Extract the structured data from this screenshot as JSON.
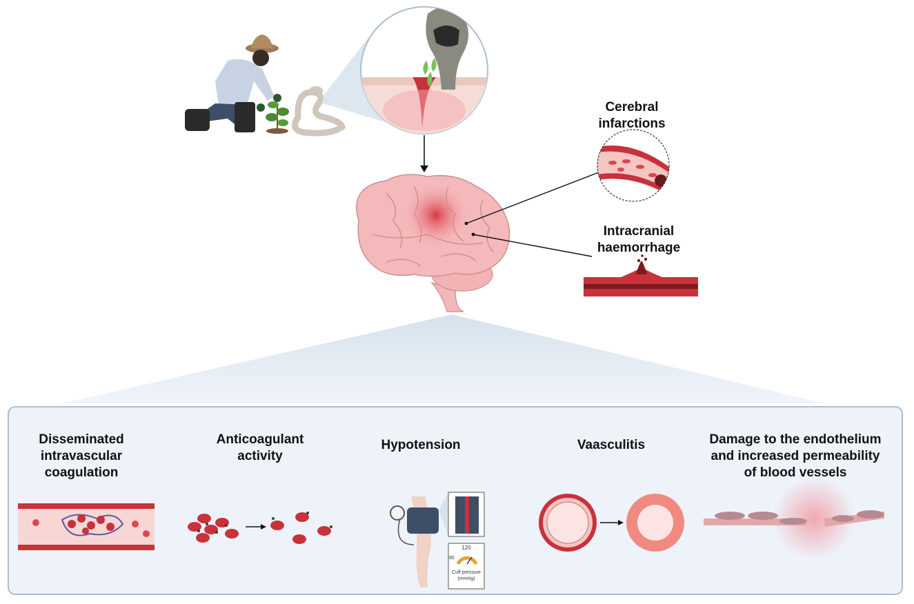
{
  "top": {
    "labels": {
      "cerebral": "Cerebral\ninfarctions",
      "intracranial": "Intracranial\nhaemorrhage"
    }
  },
  "panel": {
    "items": [
      {
        "key": "dic",
        "label": "Disseminated\nintravascular\ncoagulation"
      },
      {
        "key": "anticoag",
        "label": "Anticoagulant\nactivity"
      },
      {
        "key": "hypo",
        "label": "Hypotension"
      },
      {
        "key": "vasc",
        "label": "Vaasculitis"
      },
      {
        "key": "endo",
        "label": "Damage to the endothelium\nand increased permeability\nof blood vessels"
      }
    ],
    "gauge": {
      "top": "120",
      "left": "80",
      "caption": "Cuff pressure\n(mmHg)"
    }
  },
  "colors": {
    "blood": "#c8323a",
    "tissue": "#f2b8b8",
    "panel_bg": "#eef3fa",
    "panel_border": "#a9bfd0"
  }
}
